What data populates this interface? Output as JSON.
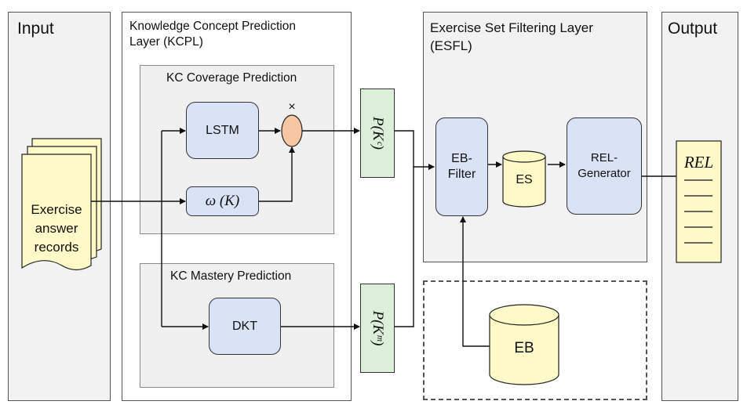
{
  "input": {
    "title": "Input",
    "records_label": "Exercise\nanswer\nrecords"
  },
  "kcpl": {
    "title": "Knowledge Concept Prediction\nLayer (KCPL)",
    "coverage": {
      "title": "KC Coverage Prediction",
      "lstm": "LSTM",
      "omega": "ω (K)",
      "multiply": "×"
    },
    "mastery": {
      "title": "KC Mastery Prediction",
      "dkt": "DKT"
    }
  },
  "probabilities": {
    "coverage": "P(Kᶜ)",
    "mastery": "P(Kᵐ)"
  },
  "esfl": {
    "title": "Exercise Set Filtering Layer\n(ESFL)",
    "filter": "EB-\nFilter",
    "es": "ES",
    "generator": "REL-\nGenerator"
  },
  "eb": {
    "label": "EB"
  },
  "output": {
    "title": "Output",
    "rel_label": "REL"
  },
  "colors": {
    "box_fill": "#d9e3f5",
    "yellow_fill": "#fffac8",
    "green_fill": "#dcefd8",
    "multiply_fill": "#f7c6a3"
  }
}
